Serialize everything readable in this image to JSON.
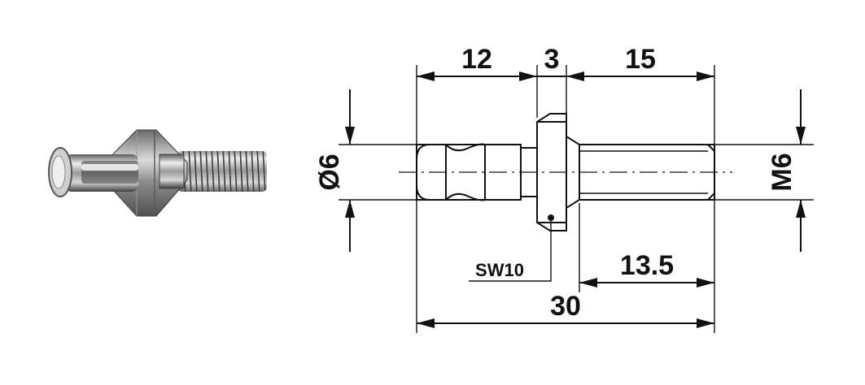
{
  "dimensions": {
    "top_left": "12",
    "top_mid": "3",
    "top_right": "15",
    "thread_len": "13.5",
    "overall": "30",
    "left_dia": "Ø6",
    "right_thread": "M6",
    "hex": "SW10"
  },
  "colors": {
    "ink": "#111111",
    "metal_light": "#e6e6e6",
    "metal_mid": "#a8a8a8",
    "metal_dark": "#4a4a4a"
  }
}
